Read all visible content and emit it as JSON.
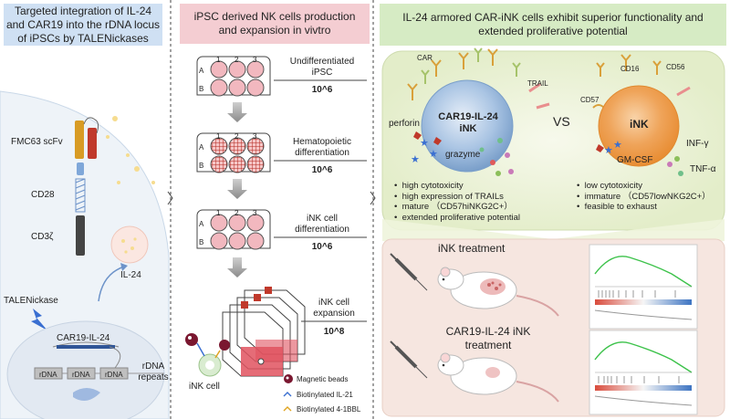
{
  "panel1": {
    "header_line1": "Targeted integration of IL-24",
    "header_line2": "and CAR19 into the rDNA locus",
    "header_line3": "of iPSCs by TALENickases",
    "fmc63": "FMC63 scFv",
    "cd28": "CD28",
    "cd3z": "CD3ζ",
    "il24": "IL-24",
    "talenickase": "TALENickase",
    "car19il24": "CAR19-IL-24",
    "rdna": [
      "rDNA",
      "rDNA",
      "rDNA"
    ],
    "rdna_repeats_1": "rDNA",
    "rdna_repeats_2": "repeats"
  },
  "panel2": {
    "header_line1": "iPSC derived NK cells production",
    "header_line2": "and expansion in vivtro",
    "plate_cols": [
      "1",
      "2",
      "3"
    ],
    "plate_rows": [
      "A",
      "B"
    ],
    "stage1_line1": "Undifferentiated",
    "stage1_line2": "iPSC",
    "stage1_count": "10^6",
    "stage2_line1": "Hematopoietic",
    "stage2_line2": "differentiation",
    "stage2_count": "10^6",
    "stage3_line1": "iNK cell",
    "stage3_line2": "differentiation",
    "stage3_count": "10^6",
    "stage4_line1": "iNK cell",
    "stage4_line2": "expansion",
    "stage4_count": "10^8",
    "inkcell": "iNK cell",
    "legend_beads": "Magnetic beads",
    "legend_il21": "Biotinylated IL-21",
    "legend_41bbl": "Biotinylated 4-1BBL"
  },
  "panel3": {
    "header_line1": "IL-24 armored CAR-iNK cells exhibit superior functionality and",
    "header_line2": "extended proliferative potential",
    "car": "CAR",
    "trail": "TRAIL",
    "perforin": "perforin",
    "cell1_line1": "CAR19-IL-24",
    "cell1_line2": "iNK",
    "grazyme": "grazyme",
    "vs": "VS",
    "cd16": "CD16",
    "cd56": "CD56",
    "cd57": "CD57",
    "cell2": "iNK",
    "infg": "INF-γ",
    "gmcsf": "GM-CSF",
    "tnfa": "TNF-α",
    "left_bullets": [
      "high cytotoxicity",
      "high expression of TRAILs",
      "mature （CD57hiNKG2C+）",
      "extended proliferative potential"
    ],
    "right_bullets": [
      "low cytotoxicity",
      "immature （CD57lowNKG2C+）",
      "feasible to exhaust"
    ],
    "treat1": "iNK treatment",
    "treat2_line1": "CAR19-IL-24 iNK",
    "treat2_line2": "treatment"
  },
  "colors": {
    "panel1_header": "#cfe0f3",
    "panel2_header": "#f4cdd2",
    "panel3_header": "#d6ebc4",
    "green_bg": "#eef4dc",
    "blue_cell": "#7aa3cf",
    "orange_cell": "#e8923a",
    "plate_well": "#f2b8bf",
    "red_grid": "#c0392b"
  }
}
